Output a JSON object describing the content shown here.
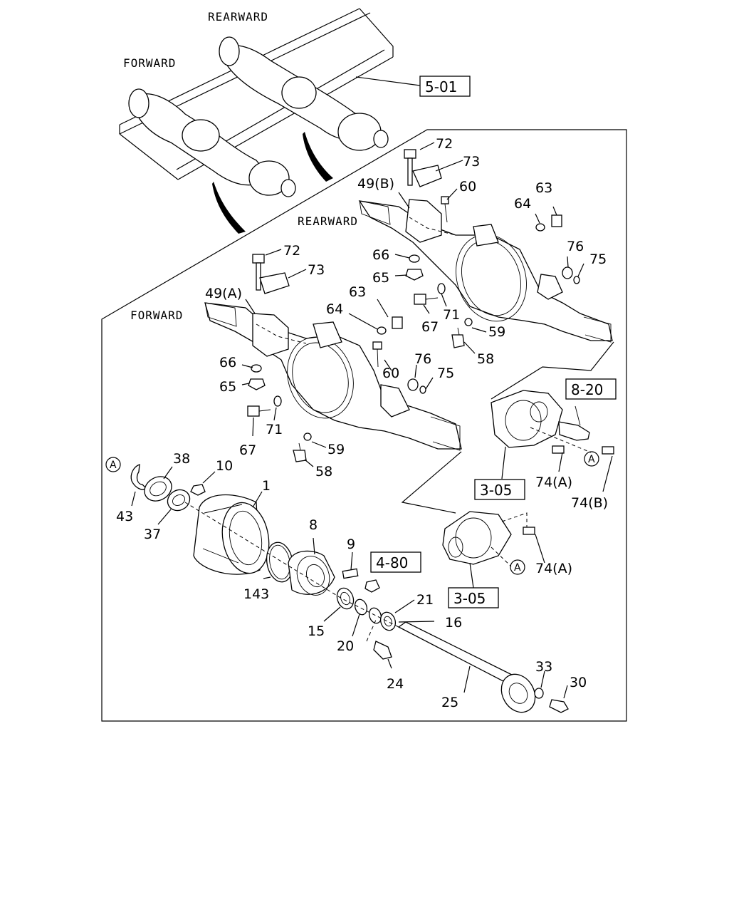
{
  "directions": {
    "rearward_top": "REARWARD",
    "forward_top": "FORWARD",
    "rearward_axle": "REARWARD",
    "forward_axle": "FORWARD"
  },
  "references": {
    "ref_5_01": "5-01",
    "ref_8_20": "8-20",
    "ref_3_05_upper": "3-05",
    "ref_3_05_lower": "3-05",
    "ref_4_80": "4-80"
  },
  "circle_marks": {
    "a_left": "A",
    "a_carrier_upper": "A",
    "a_carrier_lower": "A"
  },
  "part_labels": {
    "p72_rear": "72",
    "p73_rear": "73",
    "p49b": "49(B)",
    "p60_rear": "60",
    "p63_rear": "63",
    "p64_rear": "64",
    "p66_rear": "66",
    "p65_rear": "65",
    "p76_rear": "76",
    "p75_rear": "75",
    "p71_rear": "71",
    "p67_rear": "67",
    "p59_rear": "59",
    "p58_rear": "58",
    "p72_front": "72",
    "p73_front": "73",
    "p49a": "49(A)",
    "p63_front": "63",
    "p64_front": "64",
    "p60_front": "60",
    "p66_front": "66",
    "p65_front": "65",
    "p76_front": "76",
    "p75_front": "75",
    "p71_front": "71",
    "p67_front": "67",
    "p59_front": "59",
    "p58_front": "58",
    "p74a_upper": "74(A)",
    "p74b": "74(B)",
    "p74a_lower": "74(A)",
    "p38": "38",
    "p10": "10",
    "p1": "1",
    "p43": "43",
    "p37": "37",
    "p8": "8",
    "p9": "9",
    "p143": "143",
    "p21": "21",
    "p16": "16",
    "p15": "15",
    "p20": "20",
    "p24": "24",
    "p33": "33",
    "p30": "30",
    "p25": "25"
  }
}
